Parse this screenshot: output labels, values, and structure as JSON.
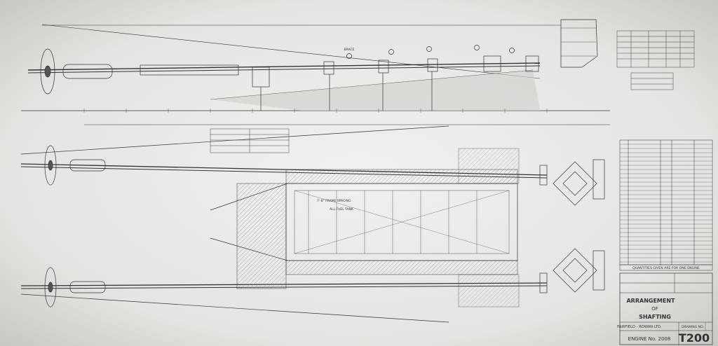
{
  "drawing": {
    "title_line1": "ARRANGEMENT",
    "title_line2": "OF",
    "title_line3": "SHAFTING",
    "maker": "FAIRFIELD - ROWAN LTD.",
    "drawing_label": "DRAWING NO.",
    "engine": "ENGINE No. 2008",
    "drawing_number": "T200"
  },
  "note": {
    "quantities": "QUANTITIES GIVEN ARE FOR ONE ENGINE"
  },
  "plan_labels": {
    "all_fuel_tank": "ALL FUEL TANK",
    "frame_spacing": "7'-8\" FRAME SPACING",
    "brace": "BRACE"
  }
}
